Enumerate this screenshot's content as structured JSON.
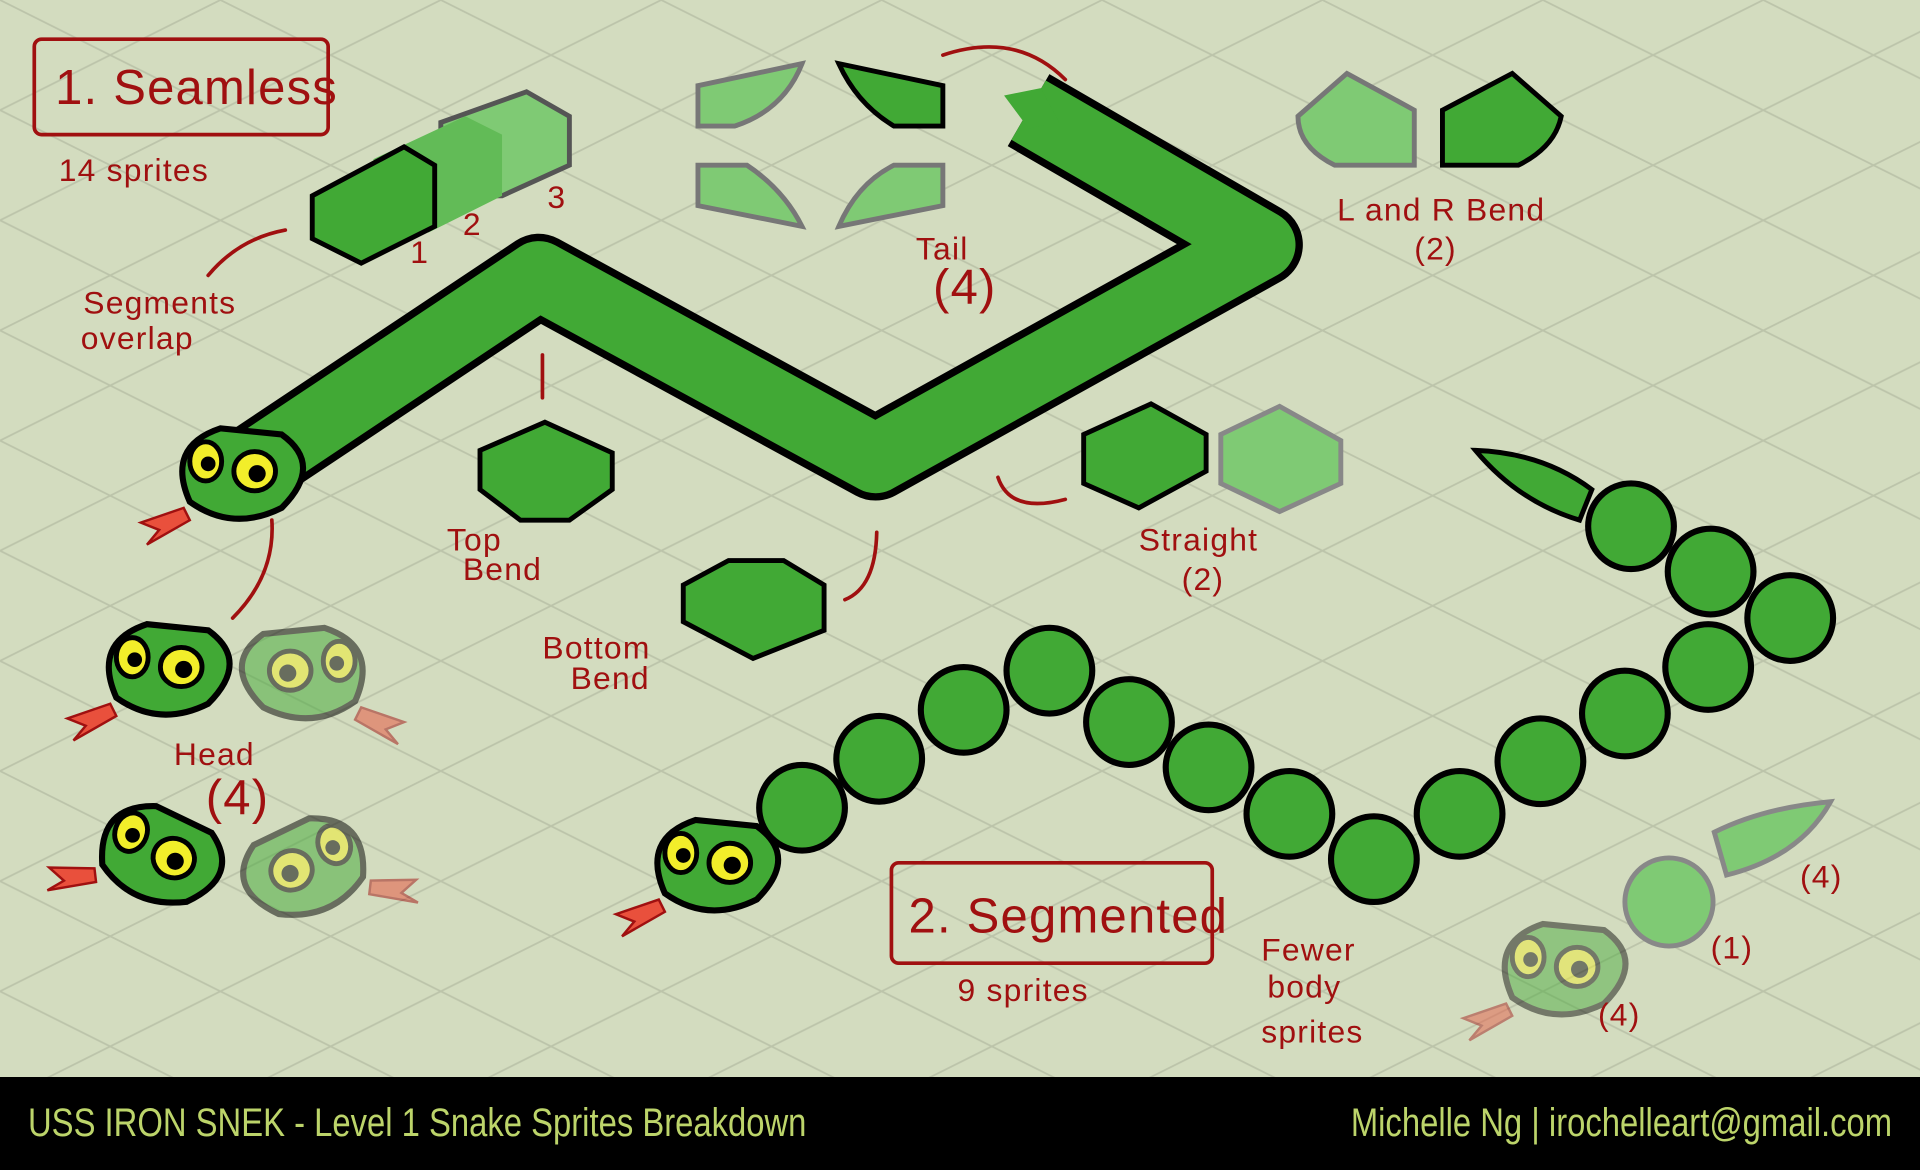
{
  "colors": {
    "background": "#d3dcbf",
    "snake_green": "#41a935",
    "ghost_green": "#7fca74",
    "annotation_red": "#a01010",
    "footer_text": "#bcd46a"
  },
  "section1": {
    "title": "1. Seamless",
    "count": "14 sprites",
    "overlap_note_1": "Segments",
    "overlap_note_2": "overlap",
    "segment_numbers": [
      "1",
      "2",
      "3"
    ]
  },
  "labels": {
    "tail_1": "Tail",
    "tail_2": "(4)",
    "lr_bend_1": "L and R Bend",
    "lr_bend_2": "(2)",
    "top_bend_1": "Top",
    "top_bend_2": "Bend",
    "bottom_bend_1": "Bottom",
    "bottom_bend_2": "Bend",
    "straight_1": "Straight",
    "straight_2": "(2)",
    "head_1": "Head",
    "head_2": "(4)"
  },
  "section2": {
    "title": "2. Segmented",
    "count": "9 sprites",
    "note_1": "Fewer",
    "note_2": "body",
    "note_3": "sprites",
    "counts": [
      "(4)",
      "(1)",
      "(4)"
    ]
  },
  "footer": {
    "title": "USS IRON SNEK - Level 1 Snake Sprites Breakdown",
    "credit": "Michelle Ng | irochelleart@gmail.com"
  }
}
